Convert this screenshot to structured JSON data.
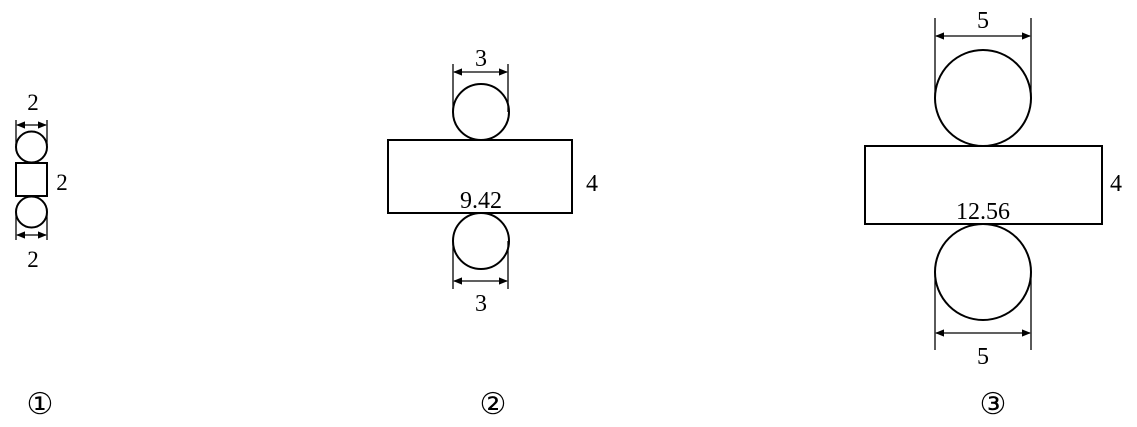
{
  "figures": [
    {
      "label": "①",
      "top_diameter": "2",
      "side": "2",
      "bottom_diameter": "2"
    },
    {
      "label": "②",
      "top_diameter": "3",
      "rect_length": "9.42",
      "rect_width": "4",
      "bottom_diameter": "3"
    },
    {
      "label": "③",
      "top_diameter": "5",
      "rect_length": "12.56",
      "rect_width": "4",
      "bottom_diameter": "5"
    }
  ]
}
